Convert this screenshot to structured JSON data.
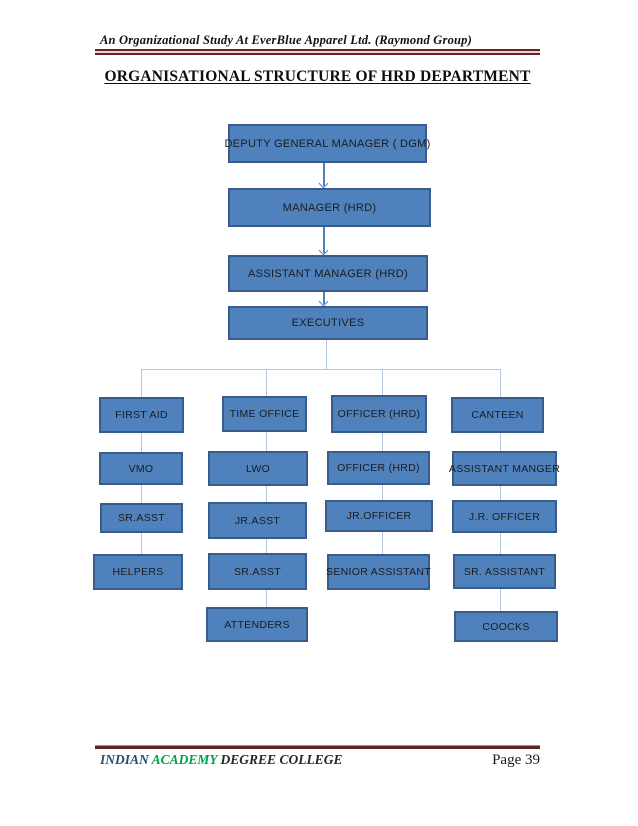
{
  "header": {
    "title": "An Organizational Study At EverBlue Apparel Ltd. (Raymond Group)"
  },
  "doc_title": "ORGANISATIONAL STRUCTURE OF HRD DEPARTMENT",
  "org_chart": {
    "top_chain": [
      "DEPUTY GENERAL MANAGER ( DGM)",
      "MANAGER (HRD)",
      "ASSISTANT MANAGER (HRD)",
      "EXECUTIVES"
    ],
    "columns": [
      {
        "name": "first-aid",
        "items": [
          "FIRST AID",
          "VMO",
          "SR.ASST",
          "HELPERS"
        ]
      },
      {
        "name": "time-office",
        "items": [
          "TIME OFFICE",
          "LWO",
          "JR.ASST",
          "SR.ASST",
          "ATTENDERS"
        ]
      },
      {
        "name": "officer-hrd",
        "items": [
          "OFFICER (HRD)",
          "OFFICER (HRD)",
          "JR.OFFICER",
          "SENIOR ASSISTANT"
        ]
      },
      {
        "name": "canteen",
        "items": [
          "CANTEEN",
          "ASSISTANT MANGER",
          "J.R. OFFICER",
          "SR. ASSISTANT",
          "COOCKS"
        ]
      }
    ],
    "colors": {
      "box_fill": "#4f81bd",
      "box_border": "#385d8a",
      "connector_light": "#b5c7df",
      "arrow": "#4f81bd"
    }
  },
  "footer": {
    "college_blue": "INDIAN",
    "college_green": "ACADEMY",
    "college_dark": "DEGREE COLLEGE",
    "page_number": "Page 39",
    "rule_color": "#632423"
  }
}
